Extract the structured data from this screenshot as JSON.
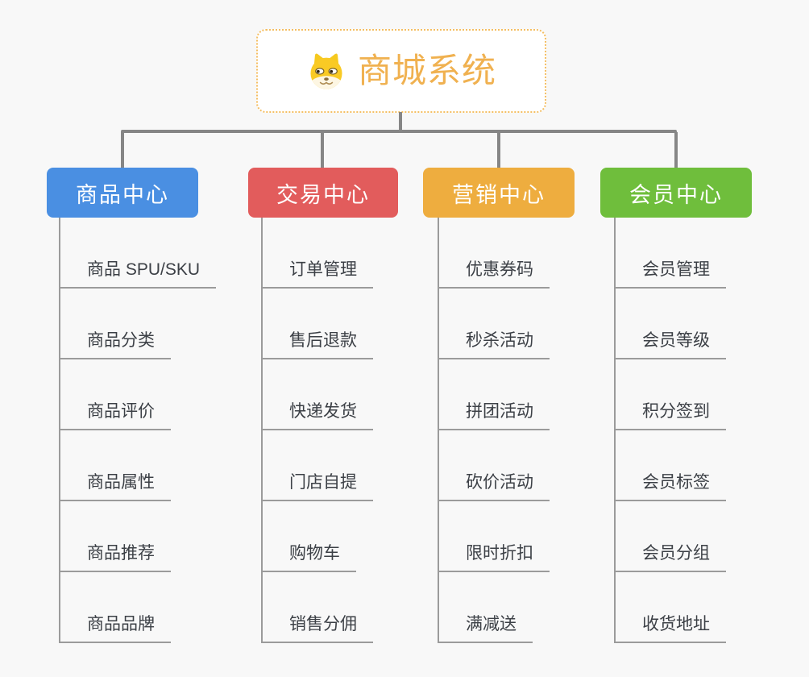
{
  "root": {
    "title": "商城系统",
    "icon": "dog-face-icon"
  },
  "branches": [
    {
      "label": "商品中心",
      "color": "#4A8FE2",
      "children": [
        "商品 SPU/SKU",
        "商品分类",
        "商品评价",
        "商品属性",
        "商品推荐",
        "商品品牌"
      ]
    },
    {
      "label": "交易中心",
      "color": "#E25C5C",
      "children": [
        "订单管理",
        "售后退款",
        "快递发货",
        "门店自提",
        "购物车",
        "销售分佣"
      ]
    },
    {
      "label": "营销中心",
      "color": "#EEAD3F",
      "children": [
        "优惠券码",
        "秒杀活动",
        "拼团活动",
        "砍价活动",
        "限时折扣",
        "满减送"
      ]
    },
    {
      "label": "会员中心",
      "color": "#6FBE3C",
      "children": [
        "会员管理",
        "会员等级",
        "积分签到",
        "会员标签",
        "会员分组",
        "收货地址"
      ]
    }
  ],
  "colors": {
    "background": "#F8F8F8",
    "root_border": "#F4BE62",
    "root_text": "#F0B150",
    "connector": "#868686",
    "child_line": "#9B9B9B",
    "child_text": "#3C4046"
  }
}
